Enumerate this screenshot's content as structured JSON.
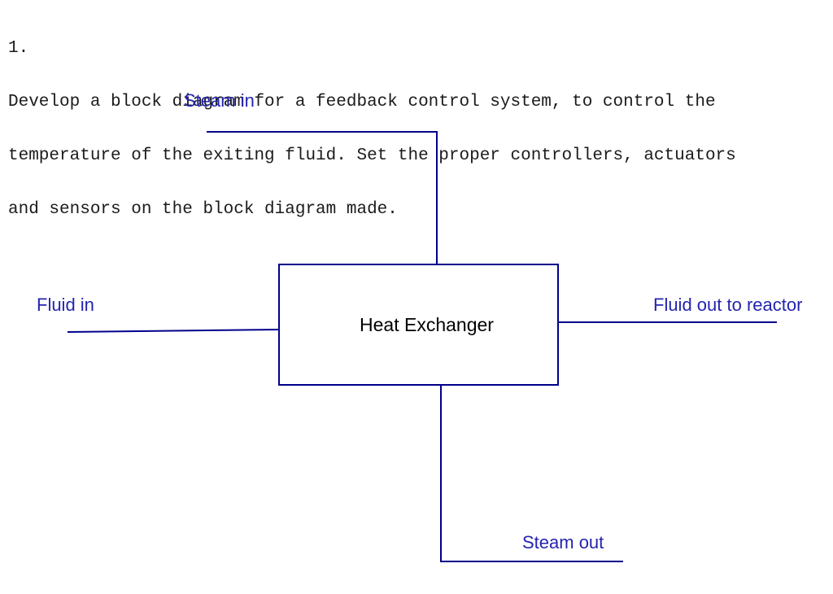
{
  "problem": {
    "number": "1.",
    "lines": [
      "Develop a block diagram for a feedback control system, to control the",
      "temperature of the exiting fluid. Set the proper controllers, actuators",
      "and sensors on the block diagram made."
    ]
  },
  "diagram": {
    "block_label": "Heat Exchanger",
    "labels": {
      "steam_in": "Steam in",
      "fluid_in": "Fluid in",
      "fluid_out": "Fluid out to reactor",
      "steam_out": "Steam out"
    },
    "colors": {
      "line": "#00008b",
      "label": "#2424b0",
      "block_border": "#00008b",
      "block_text": "#000000",
      "problem_text": "#1b1b1b",
      "background": "#ffffff"
    }
  }
}
